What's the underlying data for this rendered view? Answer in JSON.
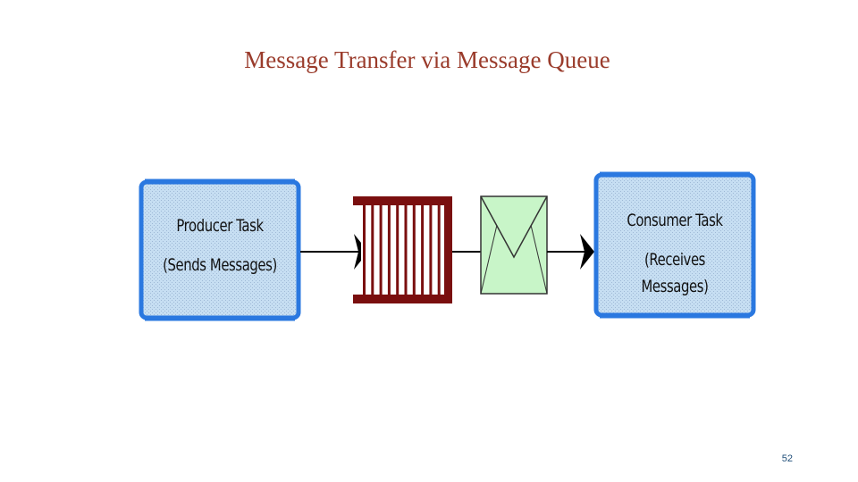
{
  "slide": {
    "title": "Message Transfer via Message Queue",
    "page_number": "52"
  },
  "diagram": {
    "producer": {
      "line1": "Producer Task",
      "line2": "(Sends Messages)"
    },
    "consumer": {
      "line1": "Consumer Task",
      "line2": "(Receives Messages)"
    },
    "queue": {
      "slot_count": 10
    },
    "colors": {
      "box_fill": "#c6def2",
      "box_border": "#2a78e0",
      "queue": "#7a0f0f",
      "envelope_fill": "#c8f5c8",
      "arrow": "#000000",
      "title": "#9a3b2b"
    }
  }
}
